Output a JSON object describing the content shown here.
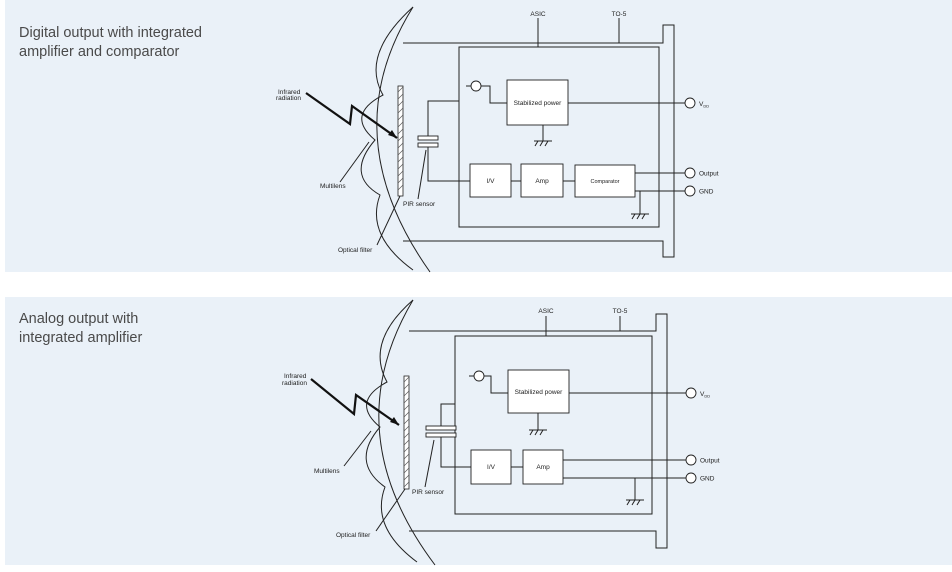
{
  "panels": [
    {
      "title_lines": [
        "Digital output with integrated",
        "amplifier and comparator"
      ],
      "labels": {
        "asic": "ASIC",
        "to5": "TO-5",
        "infrared": [
          "Infrared",
          "radiation"
        ],
        "multilens": "Multilens",
        "optical_filter": "Optical filter",
        "pir_sensor": "PIR sensor",
        "stabilized_power": "Stabilized power",
        "iv": "I/V",
        "amp": "Amp",
        "comparator": "Comparator",
        "vdd_main": "V",
        "vdd_sub": "DD",
        "output": "Output",
        "gnd": "GND"
      }
    },
    {
      "title_lines": [
        "Analog output with",
        "integrated amplifier"
      ],
      "labels": {
        "asic": "ASIC",
        "to5": "TO-5",
        "infrared": [
          "Infrared",
          "radiation"
        ],
        "multilens": "Multilens",
        "optical_filter": "Optical filter",
        "pir_sensor": "PIR sensor",
        "stabilized_power": "Stabilized power",
        "iv": "I/V",
        "amp": "Amp",
        "vdd_main": "V",
        "vdd_sub": "DD",
        "output": "Output",
        "gnd": "GND"
      }
    }
  ],
  "colors": {
    "panel_background": "#eaf1f8",
    "line": "#222222",
    "title_text": "#4a4a4a"
  }
}
